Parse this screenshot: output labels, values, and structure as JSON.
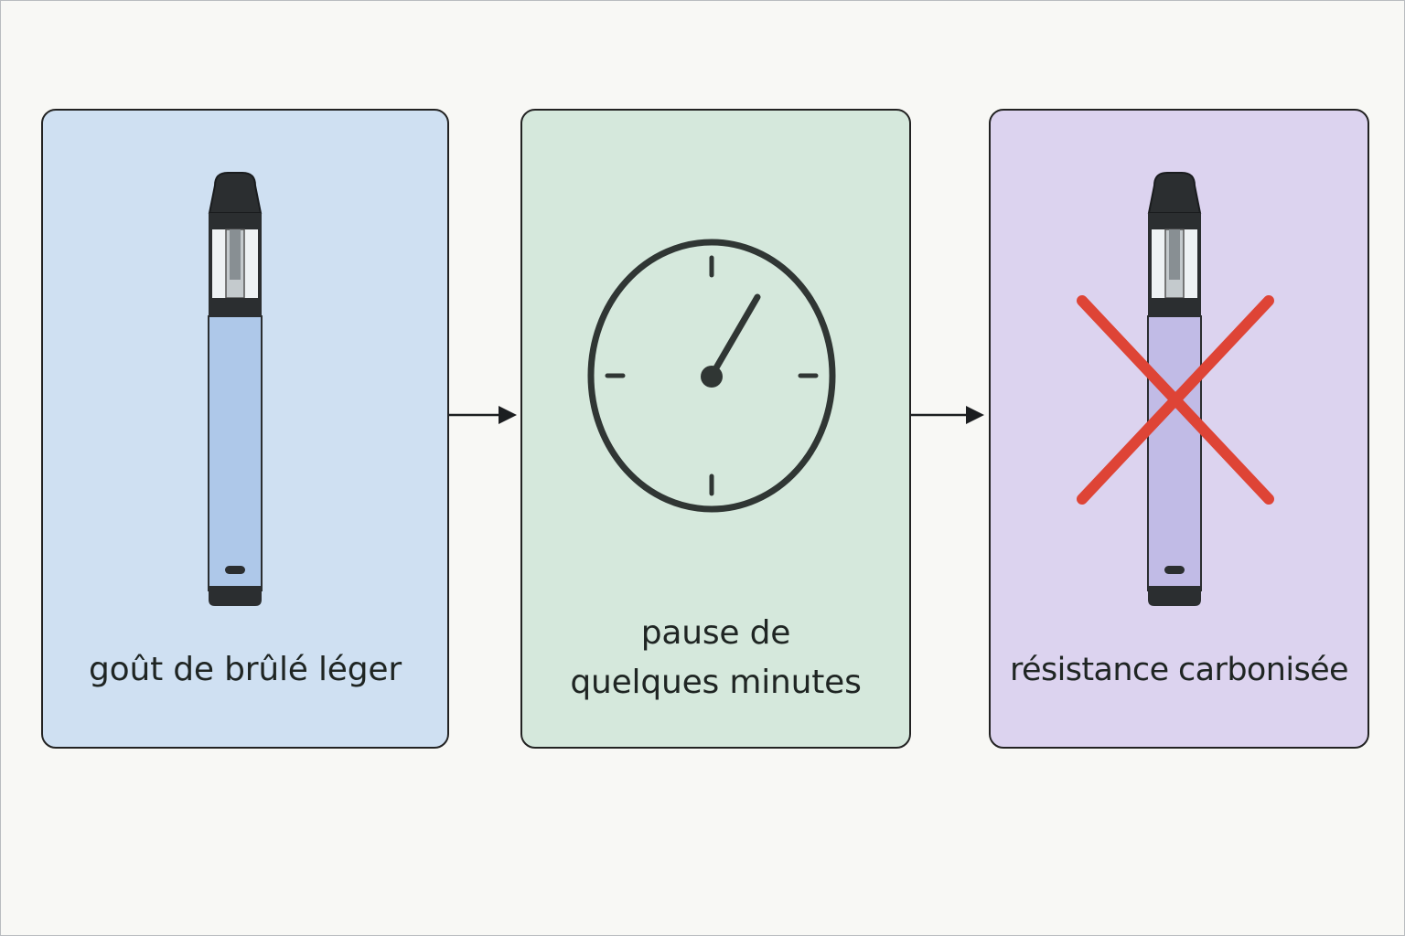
{
  "diagram": {
    "steps": [
      {
        "caption": "goût de brûlé léger",
        "icon": "vape-pen-icon",
        "background": "#cfe0f2",
        "body_color": "#aec8e9"
      },
      {
        "caption_lines": [
          "pause de",
          "quelques minutes"
        ],
        "icon": "clock-icon",
        "background": "#d5e8dc"
      },
      {
        "caption": "résistance carbonisée",
        "icon": "crossed-vape-pen-icon",
        "background": "#dcd3ef",
        "body_color": "#c1bbe6",
        "cross_color": "#de4436"
      }
    ],
    "connector_icon": "arrow-right-icon"
  }
}
